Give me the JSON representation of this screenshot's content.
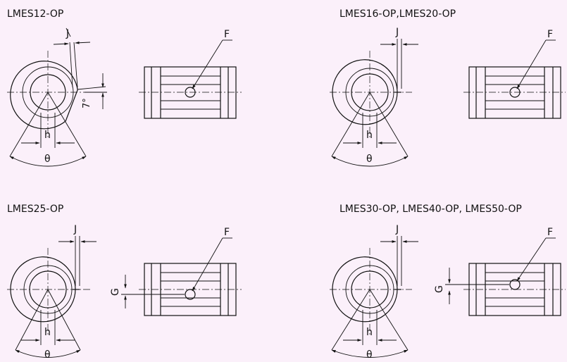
{
  "background": "#fbf0fa",
  "line_color": "#111111",
  "panels": [
    {
      "title": "LMES12-OP",
      "labels": {
        "j": "J",
        "f": "F",
        "h": "h",
        "theta": "θ",
        "angle": "7°"
      }
    },
    {
      "title": "LMES16-OP,LMES20-OP",
      "labels": {
        "j": "J",
        "f": "F",
        "h": "h",
        "theta": "θ"
      }
    },
    {
      "title": "LMES25-OP",
      "labels": {
        "j": "J",
        "f": "F",
        "h": "h",
        "theta": "θ",
        "g": "G"
      }
    },
    {
      "title": "LMES30-OP, LMES40-OP, LMES50-OP",
      "labels": {
        "j": "J",
        "f": "F",
        "h": "h",
        "theta": "θ",
        "g": "G"
      }
    }
  ]
}
